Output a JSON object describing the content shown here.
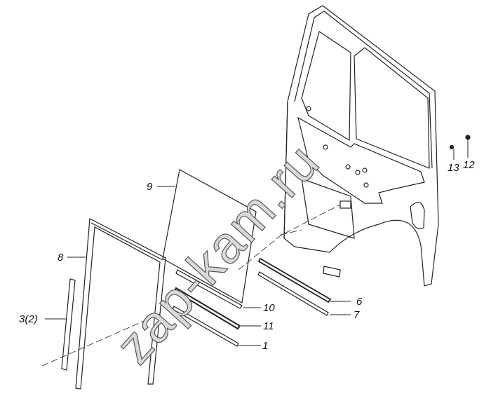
{
  "diagram": {
    "callouts": [
      {
        "id": "9",
        "label": "9"
      },
      {
        "id": "8",
        "label": "8"
      },
      {
        "id": "3",
        "label": "3(2)"
      },
      {
        "id": "10",
        "label": "10"
      },
      {
        "id": "11",
        "label": "11"
      },
      {
        "id": "1",
        "label": "1"
      },
      {
        "id": "6",
        "label": "6"
      },
      {
        "id": "7",
        "label": "7"
      },
      {
        "id": "13",
        "label": "13"
      },
      {
        "id": "12",
        "label": "12"
      }
    ],
    "watermark": "zap-kam.ru"
  }
}
